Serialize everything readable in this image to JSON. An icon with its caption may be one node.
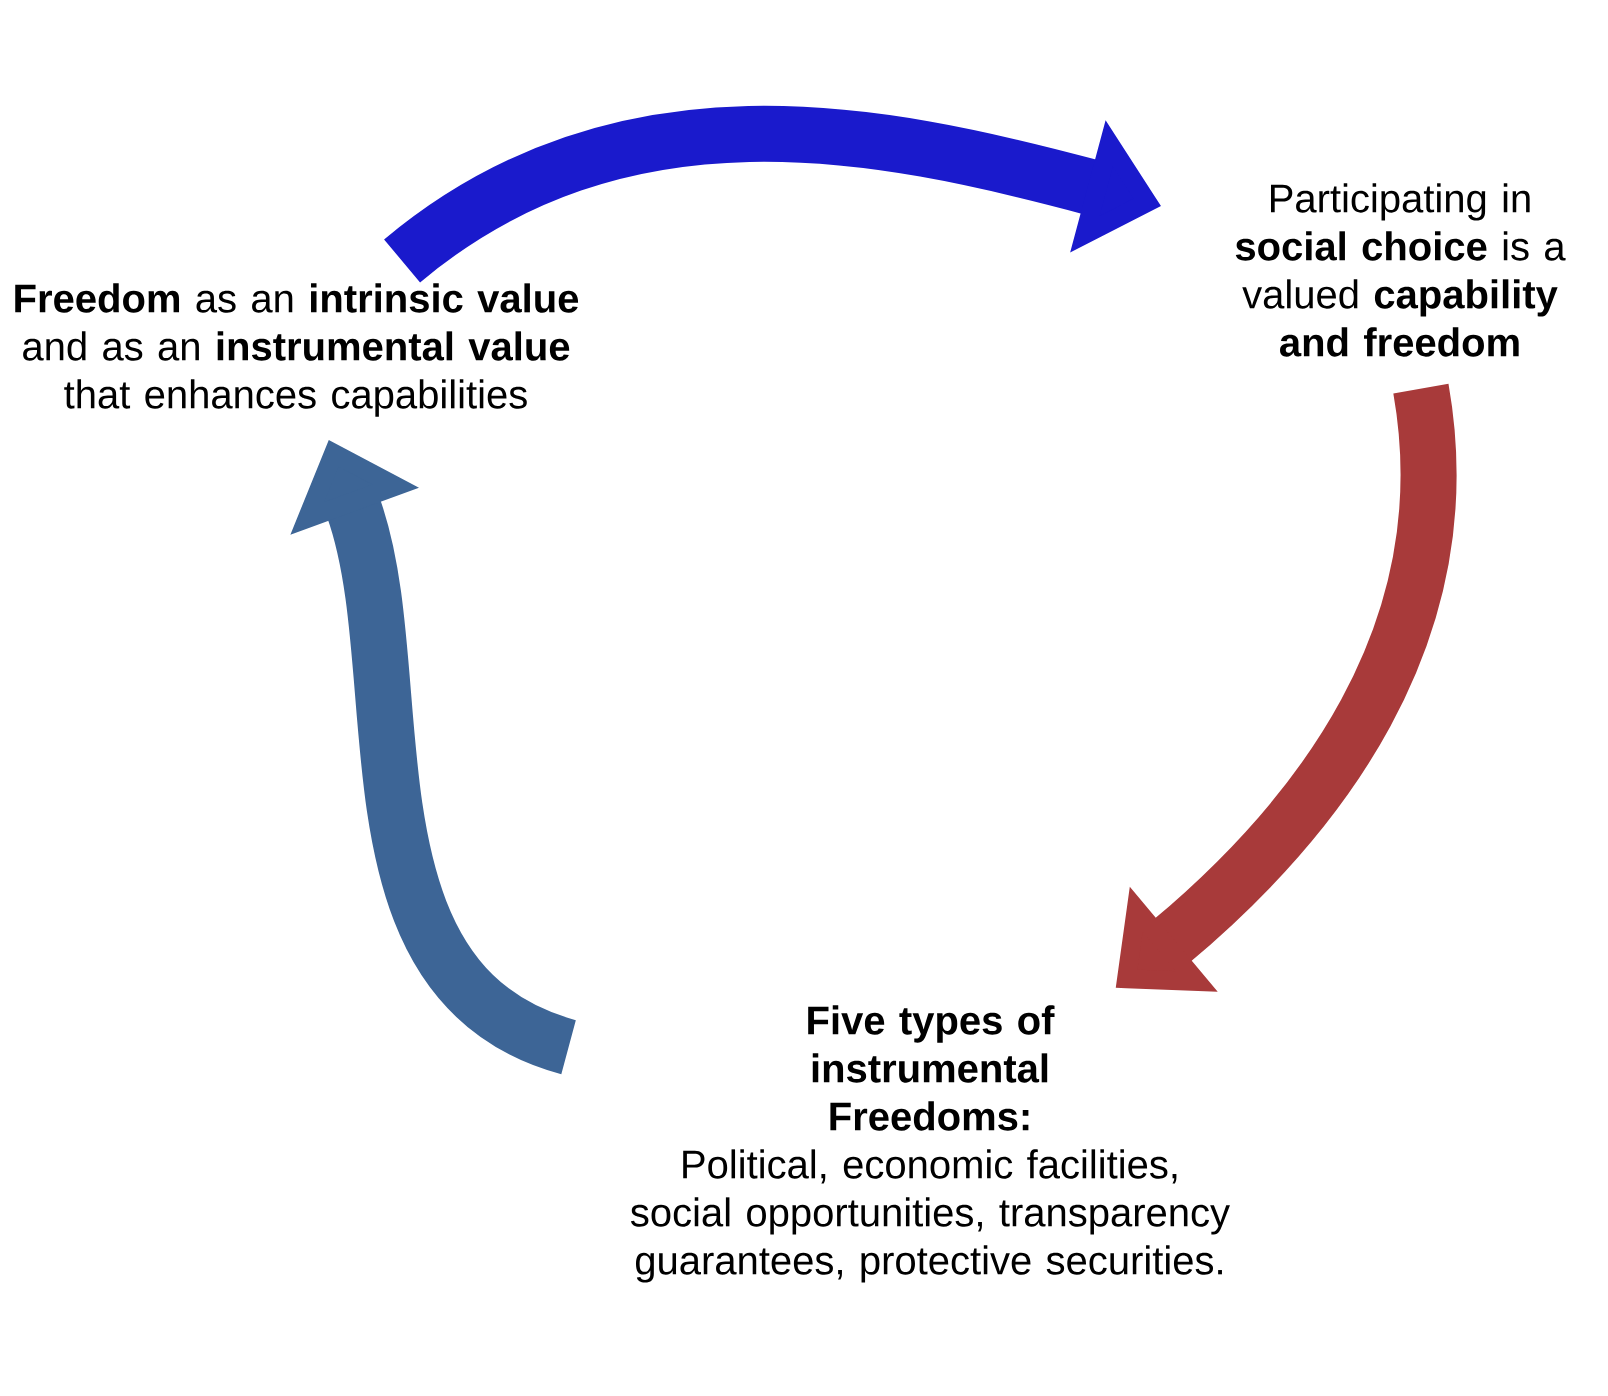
{
  "diagram": {
    "nodes": [
      {
        "text": [
          "**Freedom** as an **intrinsic value** and as an **instrumental value** that enhances capabilities"
        ]
      },
      {
        "text": [
          "Participating in **social choice** is a valued **capability and freedom**"
        ]
      },
      {
        "text": [
          "Five types of instrumental Freedoms:",
          "Political, economic facilities, social opportunities, transparency guarantees, protective securities."
        ]
      }
    ],
    "edges": [
      {
        "from": 0,
        "to": 1,
        "arrow": "to",
        "color": "#1a1acc"
      },
      {
        "from": 1,
        "to": 2,
        "arrow": "to",
        "color": "#a83a3a"
      },
      {
        "from": 2,
        "to": 0,
        "arrow": "to",
        "color": "#3d6596"
      }
    ]
  }
}
